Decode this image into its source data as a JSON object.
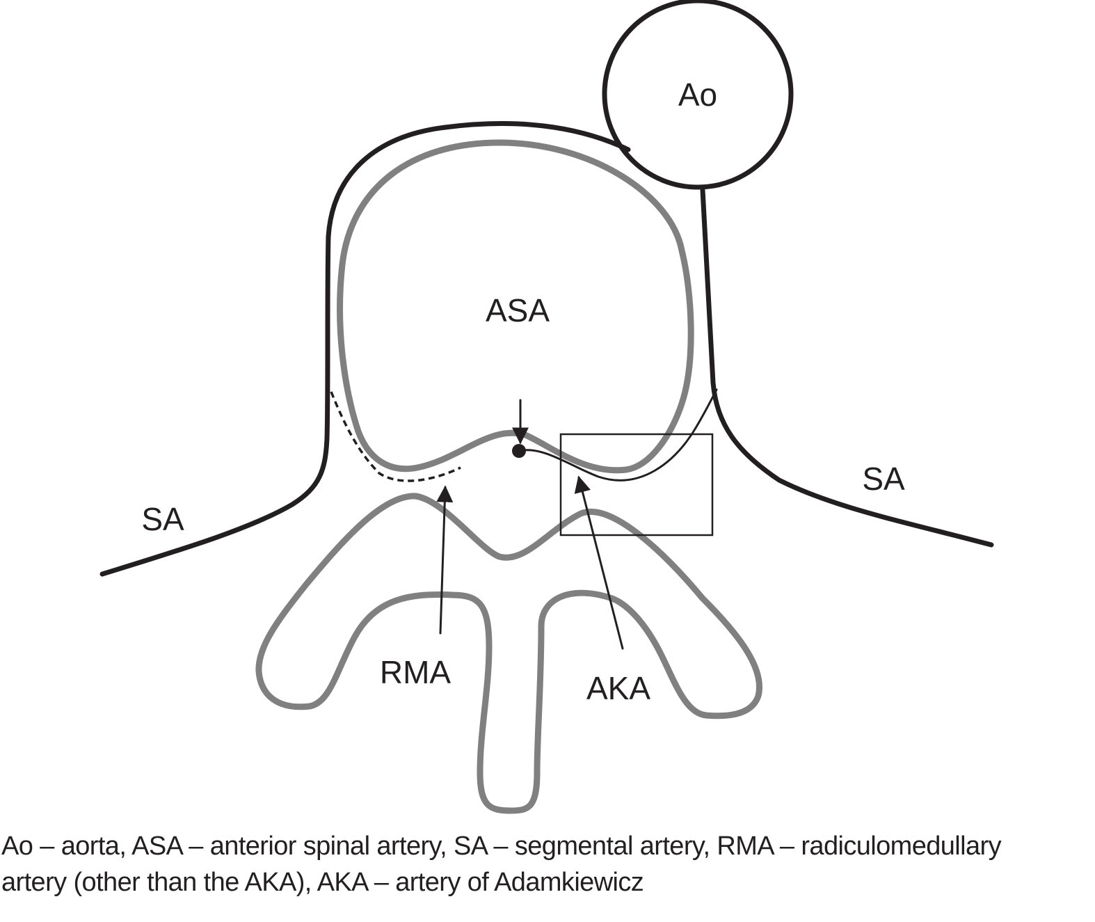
{
  "diagram": {
    "labels": {
      "ao": "Ao",
      "asa": "ASA",
      "sa_left": "SA",
      "sa_right": "SA",
      "rma": "RMA",
      "aka": "AKA"
    },
    "colors": {
      "ink": "#231f20",
      "vertebra_outline": "#808080",
      "background": "#ffffff"
    }
  },
  "caption": {
    "line1": "Ao – aorta, ASA – anterior spinal artery, SA – segmental artery, RMA – radiculomedullary",
    "line2": "artery (other than the AKA), AKA – artery of Adamkiewicz"
  }
}
